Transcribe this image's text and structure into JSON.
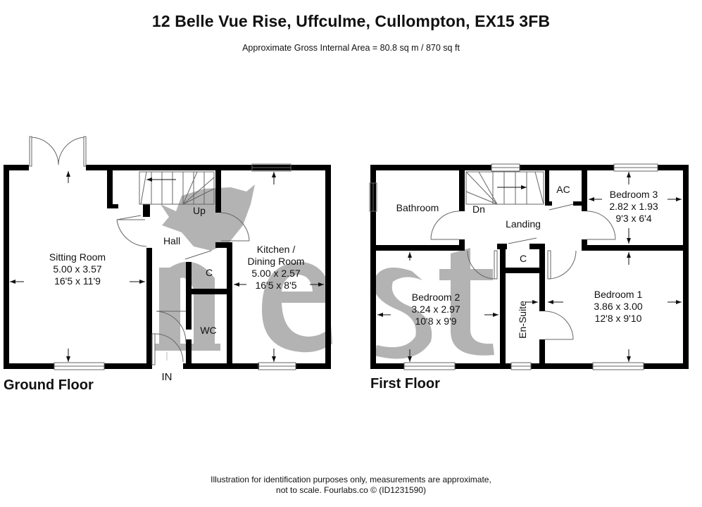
{
  "header": {
    "title": "12 Belle Vue Rise, Uffculme, Cullompton, EX15 3FB",
    "subtitle": "Approximate Gross Internal Area = 80.8 sq m / 870 sq ft"
  },
  "watermark": {
    "text": "nest",
    "color": "#b3b3b3",
    "icon": "bird-icon"
  },
  "ground_floor": {
    "label": "Ground Floor",
    "entrance_label": "IN",
    "rooms": [
      {
        "name": "Sitting Room",
        "metric": "5.00 x 3.57",
        "imperial": "16'5 x 11'9"
      },
      {
        "name": "Hall"
      },
      {
        "name": "Up"
      },
      {
        "name": "Kitchen /",
        "name2": "Dining Room",
        "metric": "5.00 x 2.57",
        "imperial": "16'5 x 8'5"
      },
      {
        "name": "C"
      },
      {
        "name": "WC"
      }
    ]
  },
  "first_floor": {
    "label": "First Floor",
    "rooms": [
      {
        "name": "Bathroom"
      },
      {
        "name": "Dn"
      },
      {
        "name": "Landing"
      },
      {
        "name": "AC"
      },
      {
        "name": "Bedroom 3",
        "metric": "2.82 x 1.93",
        "imperial": "9'3 x 6'4"
      },
      {
        "name": "C"
      },
      {
        "name": "Bedroom 2",
        "metric": "3.24 x 2.97",
        "imperial": "10'8 x 9'9"
      },
      {
        "name": "En-Suite"
      },
      {
        "name": "Bedroom 1",
        "metric": "3.86 x 3.00",
        "imperial": "12'8 x 9'10"
      }
    ]
  },
  "footer": {
    "line1": "Illustration for identification purposes only, measurements are approximate,",
    "line2": "not to scale. Fourlabs.co © (ID1231590)"
  },
  "colors": {
    "wall": "#000000",
    "watermark": "#b3b3b3",
    "line": "#555555"
  }
}
